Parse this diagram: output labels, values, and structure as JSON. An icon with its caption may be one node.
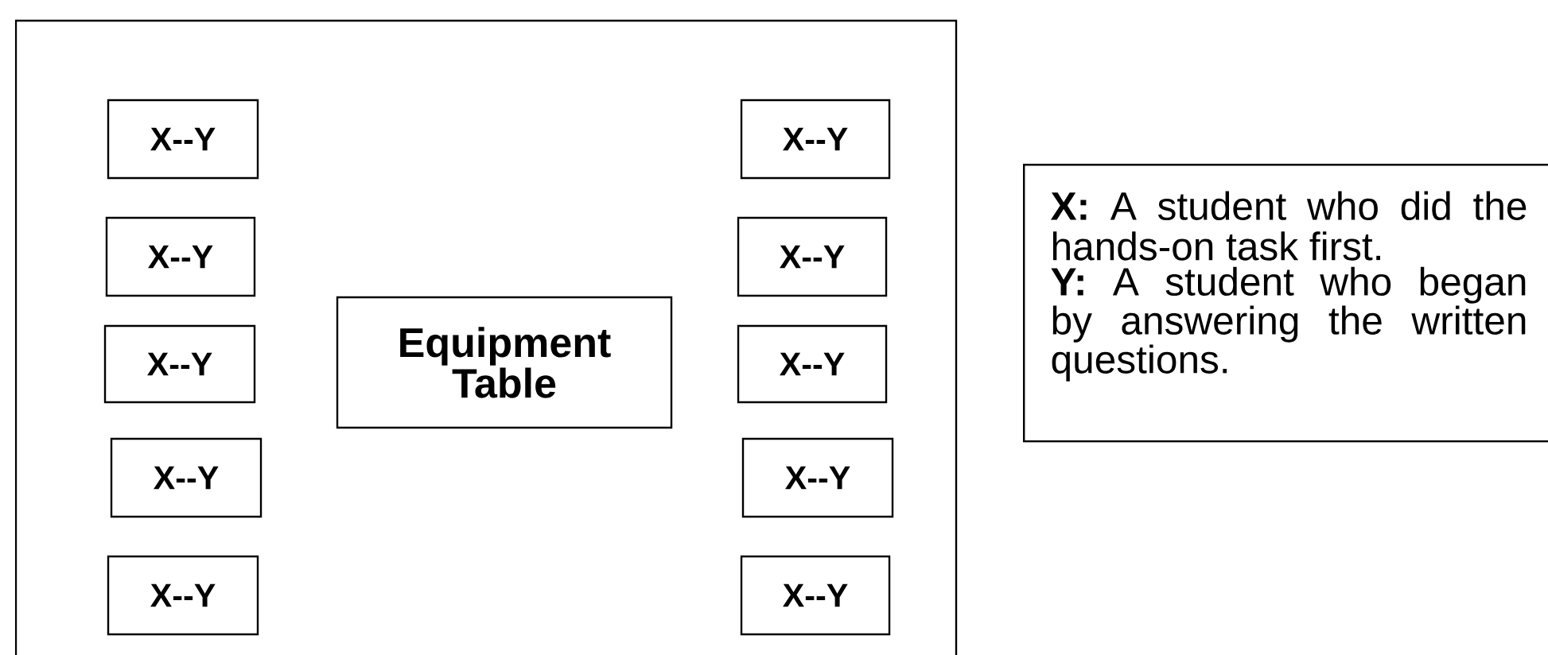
{
  "diagram": {
    "nodes": [
      {
        "text": [],
        "shape": "box"
      },
      {
        "text": [
          "X--Y"
        ],
        "in": 0
      },
      {
        "text": [
          "X--Y"
        ],
        "in": 0
      },
      {
        "text": [
          "X--Y"
        ],
        "in": 0
      },
      {
        "text": [
          "X--Y"
        ],
        "in": 0
      },
      {
        "text": [
          "X--Y"
        ],
        "in": 0
      },
      {
        "text": [
          "Equipment Table"
        ],
        "in": 0
      },
      {
        "text": [
          "X--Y"
        ],
        "in": 0
      },
      {
        "text": [
          "X--Y"
        ],
        "in": 0
      },
      {
        "text": [
          "X--Y"
        ],
        "in": 0
      },
      {
        "text": [
          "X--Y"
        ],
        "in": 0
      },
      {
        "text": [
          "X--Y"
        ],
        "in": 0
      },
      {
        "text": [
          "**X:** A student who did the hands-on task first.",
          "**Y:** A student who began by answering the written questions."
        ]
      }
    ]
  }
}
